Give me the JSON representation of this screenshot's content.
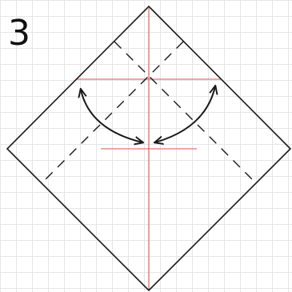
{
  "step": {
    "number": "3"
  },
  "colors": {
    "outline": "#1a1a1a",
    "crease_dashed": "#1a1a1a",
    "crease_red": "#d9534f",
    "arrow": "#1a1a1a",
    "grid": "#e4e6e9"
  },
  "diagram": {
    "shape": "diamond",
    "folds": [
      {
        "name": "left-flap-fold",
        "line": "valley-dashed",
        "direction": "fold-to-center-and-unfold"
      },
      {
        "name": "right-flap-fold",
        "line": "valley-dashed",
        "direction": "fold-to-center-and-unfold"
      }
    ],
    "arrows": [
      {
        "name": "left-fold-arrow",
        "icon": "curved-double-arrow"
      },
      {
        "name": "right-fold-arrow",
        "icon": "curved-double-arrow"
      }
    ]
  }
}
